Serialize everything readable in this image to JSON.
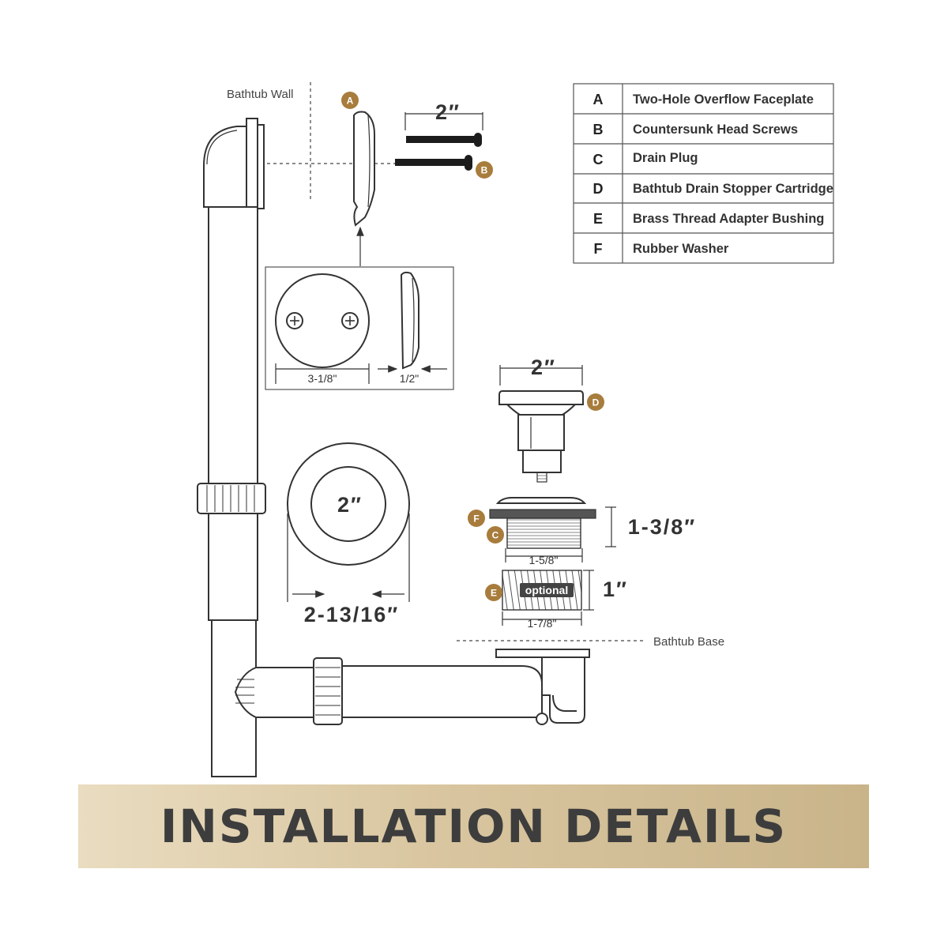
{
  "labels": {
    "bathtub_wall": "Bathtub Wall",
    "bathtub_base": "Bathtub Base",
    "optional": "optional"
  },
  "dimensions": {
    "screw_length": "2″",
    "faceplate_width": "3-1/8\"",
    "faceplate_depth": "1/2\"",
    "flange_inner": "2″",
    "flange_outer": "2-13/16″",
    "stopper_top": "2″",
    "drain_height": "1-3/8″",
    "drain_thread": "1-5/8\"",
    "bushing_height": "1″",
    "bushing_width": "1-7/8\""
  },
  "badges": [
    "A",
    "B",
    "C",
    "D",
    "E",
    "F"
  ],
  "parts_table": [
    {
      "key": "A",
      "desc": "Two-Hole Overflow Faceplate"
    },
    {
      "key": "B",
      "desc": "Countersunk Head Screws"
    },
    {
      "key": "C",
      "desc": "Drain Plug"
    },
    {
      "key": "D",
      "desc": "Bathtub Drain Stopper Cartridge"
    },
    {
      "key": "E",
      "desc": "Brass Thread Adapter Bushing"
    },
    {
      "key": "F",
      "desc": "Rubber Washer"
    }
  ],
  "banner": {
    "title": "INSTALLATION DETAILS"
  },
  "colors": {
    "badge": "#a87c3c",
    "banner_left": "#e9dcc0",
    "banner_right": "#c9b48a"
  }
}
